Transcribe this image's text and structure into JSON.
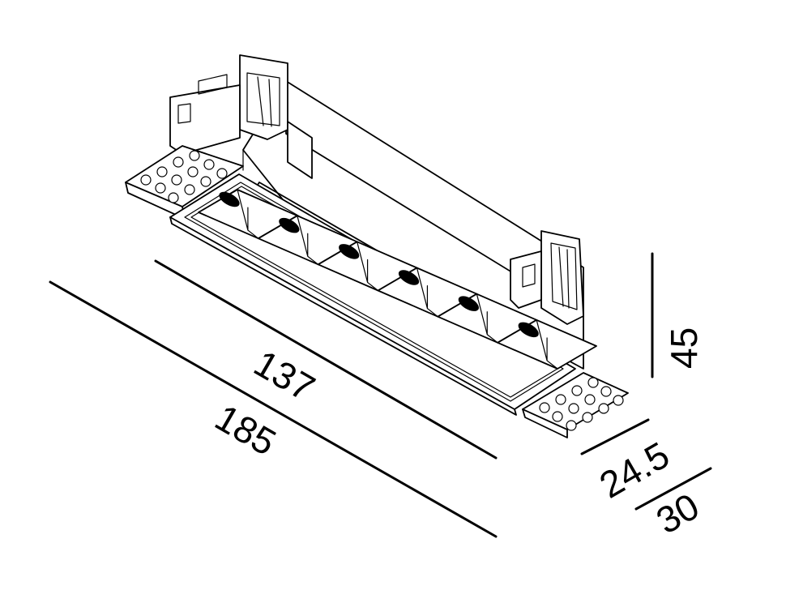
{
  "dimensions": {
    "trim_length": "137",
    "overall_length": "185",
    "height": "45",
    "body_width": "24.5",
    "trim_width": "30"
  },
  "colors": {
    "line": "#000000",
    "background": "#ffffff"
  },
  "led_cell_count": 6
}
